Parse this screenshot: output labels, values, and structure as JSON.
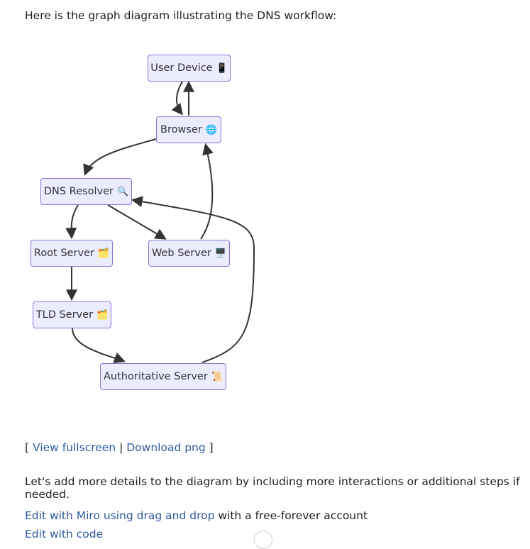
{
  "intro_text": "Here is the graph diagram illustrating the DNS workflow:",
  "diagram": {
    "nodes": {
      "user_device": {
        "label": "User Device",
        "emoji": "📱"
      },
      "browser": {
        "label": "Browser",
        "emoji": "🌐"
      },
      "dns_resolver": {
        "label": "DNS Resolver",
        "emoji": "🔍"
      },
      "root_server": {
        "label": "Root Server",
        "emoji": "🗂️"
      },
      "web_server": {
        "label": "Web Server",
        "emoji": "🖥️"
      },
      "tld_server": {
        "label": "TLD Server",
        "emoji": "🗂️"
      },
      "authoritative_server": {
        "label": "Authoritative Server",
        "emoji": "📜"
      }
    },
    "colors": {
      "node_fill": "#ececff",
      "node_border": "#9370db",
      "edge": "#333333"
    }
  },
  "links": {
    "open_bracket": "[",
    "view_fullscreen": "View fullscreen",
    "separator": "|",
    "download_png": "Download png",
    "close_bracket": "]"
  },
  "paragraph": "Let's add more details to the diagram by including more interactions or additional steps if needed.",
  "edit": {
    "miro_link": "Edit with Miro using drag and drop",
    "miro_suffix": " with a free-forever account",
    "code_link": "Edit with code"
  },
  "theme": {
    "link_color": "#2f5a9e"
  }
}
